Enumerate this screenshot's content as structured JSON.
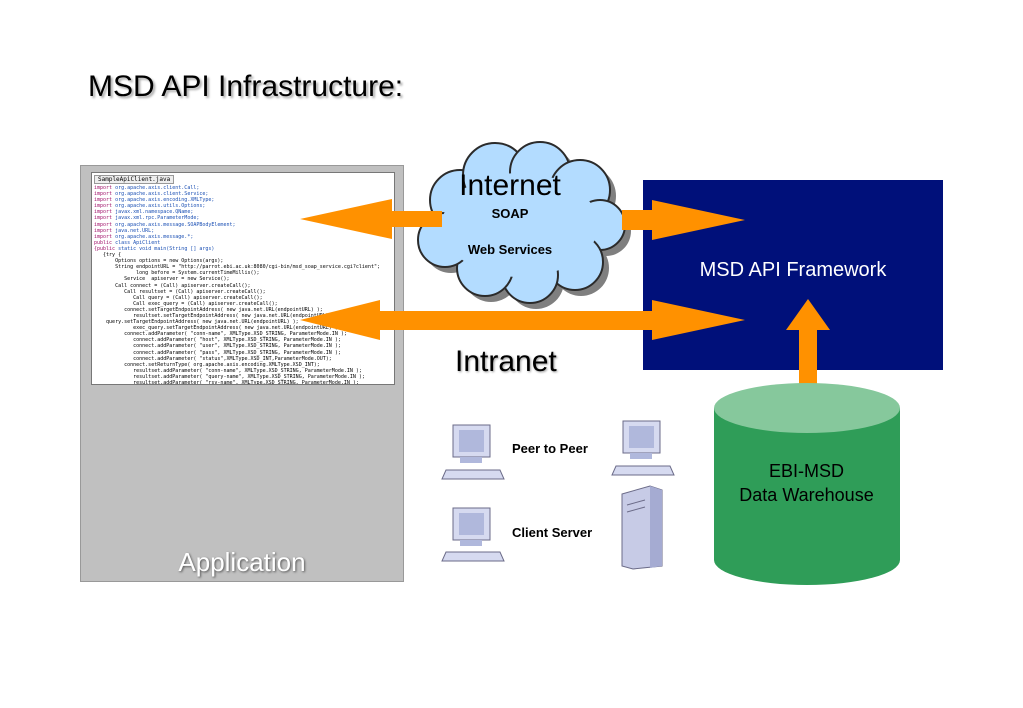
{
  "title": "MSD API Infrastructure:",
  "application": {
    "label": "Application",
    "code_tab": "SampleApiClient.java",
    "code_lines": [
      "import org.apache.axis.client.Call;",
      "import org.apache.axis.client.Service;",
      "import org.apache.axis.encoding.XMLType;",
      "import org.apache.axis.utils.Options;",
      "import javax.xml.namespace.QName;",
      "import javax.xml.rpc.ParameterMode;",
      "import org.apache.axis.message.SOAPBodyElement;",
      "import java.net.URL;",
      "import org.apache.axis.message.*;",
      "public class ApiClient",
      "{public static void main(String [] args)",
      "   {try {",
      "       Options options = new Options(args);",
      "       String endpointURL = \"http://parrot.ebi.ac.uk:8080/cgi-bin/msd_soap_service.cgi?client\";",
      "              long before = System.currentTimeMillis();",
      "          Service  apiserver = new Service();",
      "       Call connect = (Call) apiserver.createCall();",
      "          Call resultset = (Call) apiserver.createCall();",
      "             Call query = (Call) apiserver.createCall();",
      "             Call exec_query = (Call) apiserver.createCall();",
      "          connect.setTargetEndpointAddress( new java.net.URL(endpointURL) );",
      "             resultset.setTargetEndpointAddress( new java.net.URL(endpointURL) );",
      "    query.setTargetEndpointAddress( new java.net.URL(endpointURL) );",
      "             exec_query.setTargetEndpointAddress( new java.net.URL(endpointURL) );",
      "          connect.addParameter( \"conn-name\", XMLType.XSD_STRING, ParameterMode.IN );",
      "             connect.addParameter( \"host\", XMLType.XSD_STRING, ParameterMode.IN );",
      "             connect.addParameter( \"user\", XMLType.XSD_STRING, ParameterMode.IN );",
      "             connect.addParameter( \"pass\", XMLType.XSD_STRING, ParameterMode.IN );",
      "             connect.addParameter( \"status\",XMLType.XSD_INT,ParameterMode.OUT);",
      "          connect.setReturnType( org.apache.axis.encoding.XMLType.XSD_INT);",
      "             resultset.addParameter( \"conn-name\", XMLType.XSD_STRING, ParameterMode.IN );",
      "             resultset.addParameter( \"query-name\", XMLType.XSD_STRING, ParameterMode.IN );",
      "             resultset.addParameter( \"rsv-name\", XMLType.XSD_STRING, ParameterMode.IN );"
    ]
  },
  "cloud": {
    "title": "Internet",
    "line1": "SOAP",
    "line2": "Web Services"
  },
  "framework": {
    "label": "MSD API Framework"
  },
  "intranet": {
    "label": "Intranet"
  },
  "network": {
    "peer_label": "Peer to Peer",
    "client_label": "Client Server"
  },
  "database": {
    "line1": "EBI-MSD",
    "line2": "Data Warehouse"
  },
  "colors": {
    "arrow": "#ff9100",
    "framework_bg": "#00107a",
    "cloud_fill": "#b3dcff",
    "db_side": "#2f9d58",
    "db_top": "#86c89c",
    "panel": "#c0c0c0"
  }
}
